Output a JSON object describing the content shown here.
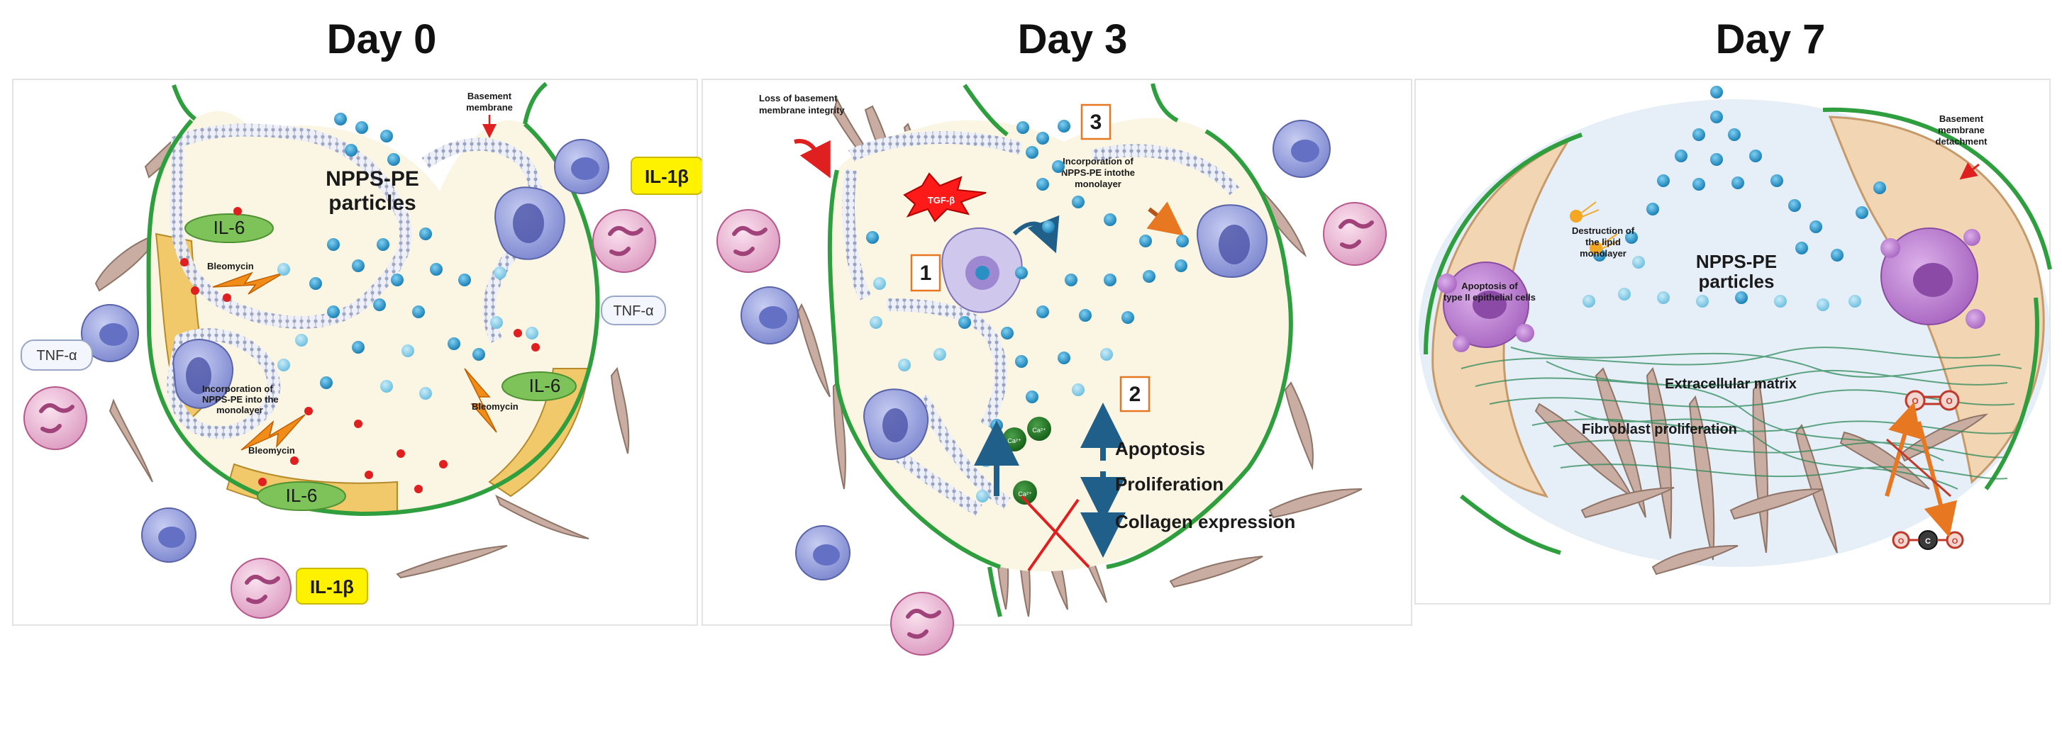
{
  "panels": [
    {
      "title": "Day 0",
      "labels": {
        "basement_line1": "Basement",
        "basement_line2": "membrane",
        "particles_line1": "NPPS-PE",
        "particles_line2": "particles",
        "il6": "IL-6",
        "il1b": "IL-1β",
        "tnf": "TNF-α",
        "bleomycin": "Bleomycin",
        "incorp_line1": "Incorporation of",
        "incorp_line2": "NPPS-PE into the",
        "incorp_line3": "monolayer"
      }
    },
    {
      "title": "Day 3",
      "labels": {
        "loss_line1": "Loss of basement",
        "loss_line2": "membrane integrity",
        "tgf": "TGF-β",
        "incorp_line1": "Incorporation of",
        "incorp_line2": "NPPS-PE intothe",
        "incorp_line3": "monolayer",
        "step1": "1",
        "step2": "2",
        "step3": "3",
        "ca": "Ca²⁺",
        "apoptosis": "Apoptosis",
        "proliferation": "Proliferation",
        "collagen": "Collagen expression"
      }
    },
    {
      "title": "Day 7",
      "labels": {
        "detach_line1": "Basement",
        "detach_line2": "membrane",
        "detach_line3": "detachment",
        "destruct_line1": "Destruction of",
        "destruct_line2": "the lipid",
        "destruct_line3": "monolayer",
        "particles_line1": "NPPS-PE",
        "particles_line2": "particles",
        "apopt_line1": "Apoptosis of",
        "apopt_line2": "type II epithelial cells",
        "ecm": "Extracellular matrix",
        "fibro": "Fibroblast proliferation",
        "o_atom": "O",
        "c_atom": "C"
      }
    }
  ],
  "colors": {
    "membrane_green": "#2e9e3e",
    "particle_blue": "#2a8fc2",
    "red_dot": "#e02020",
    "cytoplasm_cream": "#fbf6e3",
    "fibroblast_tan": "#c9ada2",
    "macrophage_blue": "#8c97d6",
    "neutrophil_pink": "#e8b4cf",
    "label_yellow": "#fff200",
    "lightning_orange": "#f28c18",
    "apoptotic_purple": "#b673c7"
  }
}
